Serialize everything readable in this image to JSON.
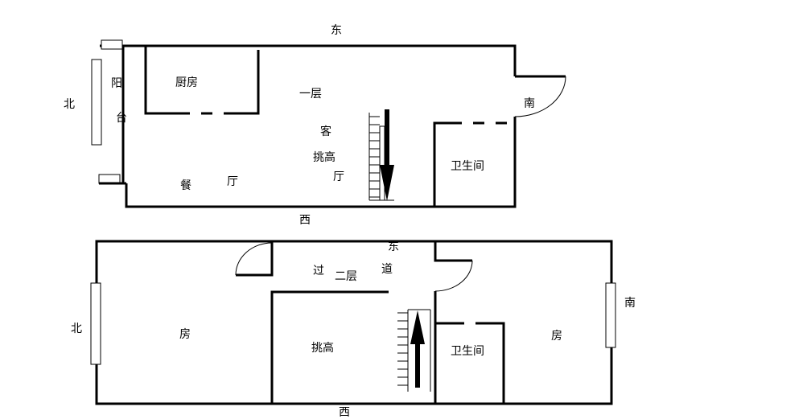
{
  "floor1": {
    "level_label": "一层",
    "dir_north": "北",
    "dir_south": "南",
    "dir_east": "东",
    "dir_west": "西",
    "balcony_label_1": "阳",
    "balcony_label_2": "台",
    "kitchen_label": "厨房",
    "living_label_1": "客",
    "living_label_2": "挑高",
    "living_label_3": "厅",
    "dining_label_1": "餐",
    "dining_label_2": "厅",
    "bathroom_label": "卫生间"
  },
  "floor2": {
    "level_label": "二层",
    "dir_north": "北",
    "dir_south": "南",
    "dir_east": "东",
    "dir_west": "西",
    "corridor_label_1": "过",
    "corridor_label_2": "道",
    "room_left_label": "房",
    "double_height_label": "挑高",
    "bathroom_label": "卫生间",
    "room_right_label": "房"
  }
}
